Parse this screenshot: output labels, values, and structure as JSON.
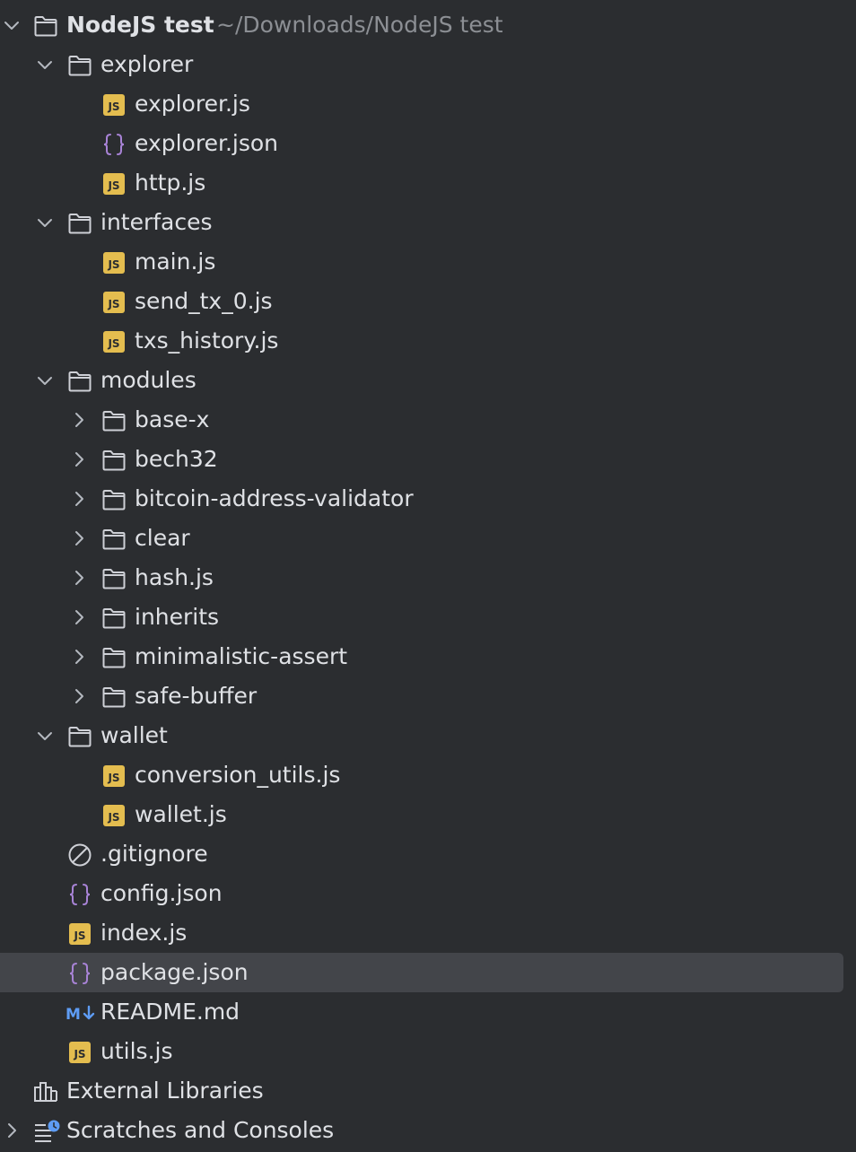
{
  "project": {
    "name": "NodeJS test",
    "path": "~/Downloads/NodeJS test"
  },
  "explorer": {
    "name": "explorer",
    "files": [
      "explorer.js",
      "explorer.json",
      "http.js"
    ]
  },
  "interfaces": {
    "name": "interfaces",
    "files": [
      "main.js",
      "send_tx_0.js",
      "txs_history.js"
    ]
  },
  "modules": {
    "name": "modules",
    "folders": [
      "base-x",
      "bech32",
      "bitcoin-address-validator",
      "clear",
      "hash.js",
      "inherits",
      "minimalistic-assert",
      "safe-buffer"
    ]
  },
  "wallet": {
    "name": "wallet",
    "files": [
      "conversion_utils.js",
      "wallet.js"
    ]
  },
  "root_files": [
    ".gitignore",
    "config.json",
    "index.js",
    "package.json",
    "README.md",
    "utils.js"
  ],
  "selected_file": "package.json",
  "external_libraries": "External Libraries",
  "scratches": "Scratches and Consoles",
  "colors": {
    "background": "#2b2d30",
    "selection": "#43454a",
    "text": "#dfe1e5",
    "path_text": "#8c8f94",
    "js_badge": "#e4bd4f",
    "json_braces": "#a883d6",
    "markdown": "#5e9cf4"
  }
}
